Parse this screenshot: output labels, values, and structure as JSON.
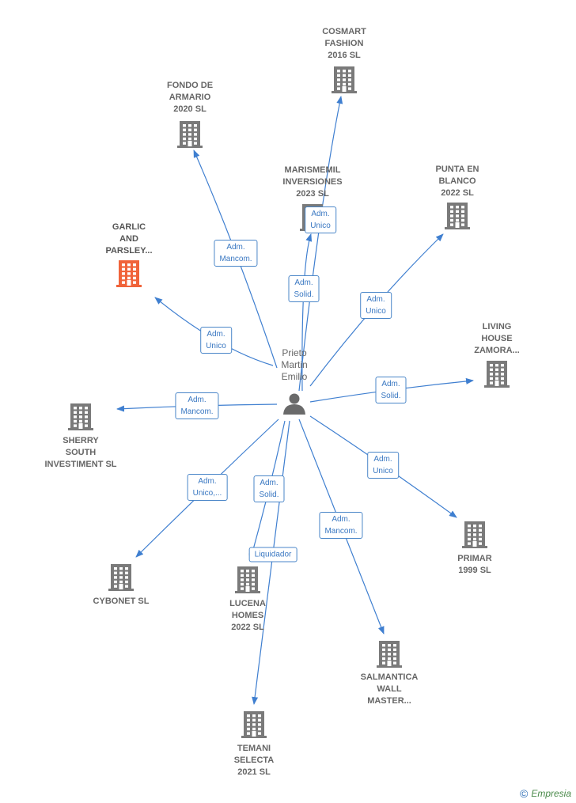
{
  "colors": {
    "edge": "#3f7fd0",
    "building": "#7a7a7a",
    "building_highlight": "#f0633a",
    "person": "#6a6a6a"
  },
  "center": {
    "label": [
      "Prieto",
      "Martin",
      "Emilio"
    ],
    "icon": "person-icon"
  },
  "nodes": [
    {
      "id": "cosmart",
      "label": [
        "COSMART",
        "FASHION",
        "2016  SL"
      ],
      "icon": "building-icon"
    },
    {
      "id": "fondo",
      "label": [
        "FONDO DE",
        "ARMARIO",
        "2020  SL"
      ],
      "icon": "building-icon"
    },
    {
      "id": "marismemil",
      "label": [
        "MARISMEMIL",
        "INVERSIONES",
        "2023  SL"
      ],
      "icon": "building-icon"
    },
    {
      "id": "punta",
      "label": [
        "PUNTA EN",
        "BLANCO",
        "2022  SL"
      ],
      "icon": "building-icon"
    },
    {
      "id": "garlic",
      "label": [
        "GARLIC",
        "AND",
        "PARSLEY..."
      ],
      "icon": "building-icon",
      "highlight": true
    },
    {
      "id": "living",
      "label": [
        "LIVING",
        "HOUSE",
        "ZAMORA..."
      ],
      "icon": "building-icon"
    },
    {
      "id": "sherry",
      "label": [
        "SHERRY",
        "SOUTH",
        "INVESTIMENT SL"
      ],
      "icon": "building-icon"
    },
    {
      "id": "cybonet",
      "label": [
        "CYBONET  SL"
      ],
      "icon": "building-icon"
    },
    {
      "id": "lucena",
      "label": [
        "LUCENA",
        "HOMES",
        "2022  SL"
      ],
      "icon": "building-icon"
    },
    {
      "id": "primar",
      "label": [
        "PRIMAR",
        "1999 SL"
      ],
      "icon": "building-icon"
    },
    {
      "id": "salmantica",
      "label": [
        "SALMANTICA",
        "WALL",
        "MASTER..."
      ],
      "icon": "building-icon"
    },
    {
      "id": "temani",
      "label": [
        "TEMANI",
        "SELECTA",
        "2021  SL"
      ],
      "icon": "building-icon"
    }
  ],
  "edges": [
    {
      "to": "cosmart",
      "label": [
        "Adm.",
        "Unico"
      ]
    },
    {
      "to": "marismemil",
      "label": [
        "Adm.",
        "Solid."
      ]
    },
    {
      "to": "fondo",
      "label": [
        "Adm.",
        "Mancom."
      ]
    },
    {
      "to": "punta",
      "label": [
        "Adm.",
        "Unico"
      ]
    },
    {
      "to": "garlic",
      "label": [
        "Adm.",
        "Unico"
      ]
    },
    {
      "to": "living",
      "label": [
        "Adm.",
        "Solid."
      ]
    },
    {
      "to": "sherry",
      "label": [
        "Adm.",
        "Mancom."
      ]
    },
    {
      "to": "cybonet",
      "label": [
        "Adm.",
        "Unico,..."
      ]
    },
    {
      "to": "lucena",
      "label": [
        "Adm.",
        "Solid."
      ]
    },
    {
      "to": "temani",
      "label": [
        "Liquidador"
      ]
    },
    {
      "to": "salmantica",
      "label": [
        "Adm.",
        "Mancom."
      ]
    },
    {
      "to": "primar",
      "label": [
        "Adm.",
        "Unico"
      ]
    }
  ],
  "brand": {
    "copyright": "©",
    "name": "Empresia"
  }
}
